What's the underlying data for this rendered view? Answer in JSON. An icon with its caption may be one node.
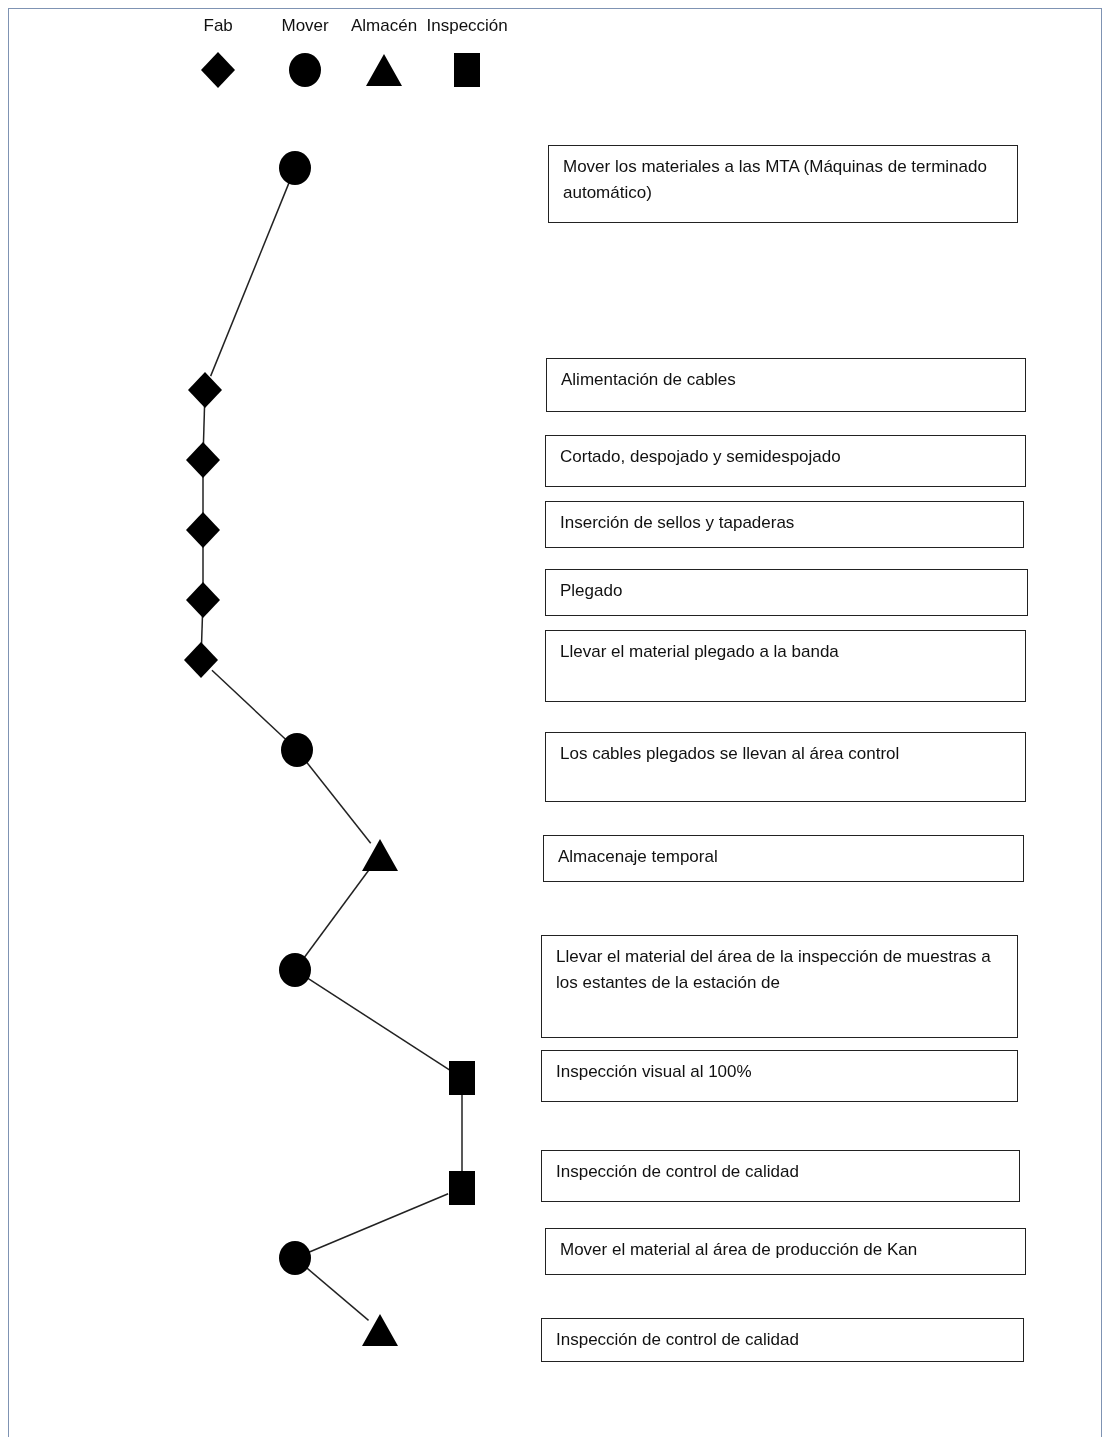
{
  "diagram": {
    "nodes": [
      {
        "text": [],
        "shape": "circle"
      },
      {
        "text": [
          "Mover los materiales a las MTA (Máquinas de terminado automático)"
        ]
      },
      {
        "text": [],
        "shape": "diamond"
      },
      {
        "text": [
          "Alimentación de cables"
        ]
      },
      {
        "text": [],
        "shape": "diamond"
      },
      {
        "text": [
          "Cortado, despojado y semidespojado"
        ]
      },
      {
        "text": [],
        "shape": "diamond"
      },
      {
        "text": [
          "Inserción de sellos y tapaderas"
        ]
      },
      {
        "text": [],
        "shape": "diamond"
      },
      {
        "text": [
          "Plegado"
        ]
      },
      {
        "text": [],
        "shape": "diamond"
      },
      {
        "text": [
          "Llevar el material plegado a la banda"
        ]
      },
      {
        "text": [],
        "shape": "circle"
      },
      {
        "text": [
          "Los cables plegados se llevan al área control"
        ]
      },
      {
        "text": [],
        "shape": "triangle"
      },
      {
        "text": [
          "Almacenaje temporal"
        ]
      },
      {
        "text": [],
        "shape": "circle"
      },
      {
        "text": [
          "Llevar el material del área de la inspección de muestras a los estantes de la estación de"
        ]
      },
      {
        "text": [],
        "shape": "box"
      },
      {
        "text": [
          "Inspección visual al 100%"
        ]
      },
      {
        "text": [],
        "shape": "box"
      },
      {
        "text": [
          "Inspección de control de calidad"
        ]
      },
      {
        "text": [],
        "shape": "circle"
      },
      {
        "text": [
          "Mover el material al área de producción de Kan"
        ]
      },
      {
        "text": [],
        "shape": "triangle"
      },
      {
        "text": [
          "Inspección de control de calidad"
        ]
      }
    ],
    "edges": [
      {
        "from": 0,
        "to": 2,
        "arrow": "none"
      },
      {
        "from": 2,
        "to": 4,
        "arrow": "none"
      },
      {
        "from": 4,
        "to": 6,
        "arrow": "none"
      },
      {
        "from": 6,
        "to": 8,
        "arrow": "none"
      },
      {
        "from": 8,
        "to": 10,
        "arrow": "none"
      },
      {
        "from": 10,
        "to": 12,
        "arrow": "none"
      },
      {
        "from": 12,
        "to": 14,
        "arrow": "none"
      },
      {
        "from": 14,
        "to": 16,
        "arrow": "none"
      },
      {
        "from": 16,
        "to": 18,
        "arrow": "none"
      },
      {
        "from": 18,
        "to": 20,
        "arrow": "none"
      },
      {
        "from": 20,
        "to": 22,
        "arrow": "none"
      },
      {
        "from": 22,
        "to": 24,
        "arrow": "none"
      }
    ],
    "legend": [
      {
        "text": "Fab"
      },
      {
        "text": "Mover"
      },
      {
        "text": "Almacén"
      },
      {
        "text": "Inspección"
      }
    ]
  }
}
